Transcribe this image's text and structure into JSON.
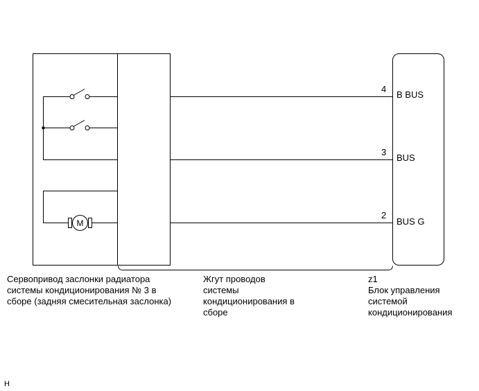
{
  "connector": {
    "id": "z1",
    "pins": [
      {
        "number": "4",
        "name": "B BUS"
      },
      {
        "number": "3",
        "name": "BUS"
      },
      {
        "number": "2",
        "name": "BUS G"
      }
    ]
  },
  "motor_symbol": "M",
  "labels": {
    "servo": [
      "Сервопривод заслонки радиатора",
      "системы кондиционирования № 3 в",
      "сборе (задняя смесительная заслонка)"
    ],
    "harness": [
      "Жгут проводов",
      "системы",
      "кондиционирования в",
      "сборе"
    ],
    "ecu": [
      "Блок управления",
      "системой",
      "кондиционирования"
    ]
  },
  "footer_mark": "H",
  "colors": {
    "line": "#000000",
    "background": "#ffffff"
  }
}
